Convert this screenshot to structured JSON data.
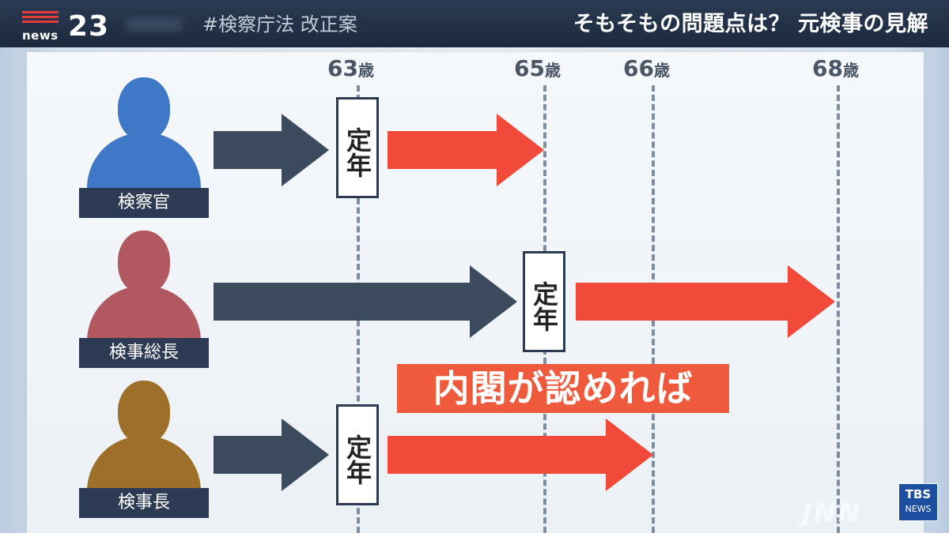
{
  "header": {
    "logo_word": "news",
    "logo_number": "23",
    "hashtag": "#検察庁法 改正案",
    "headline": "そもそもの問題点は？ 元検事の見解"
  },
  "ages": [
    {
      "num": "63",
      "unit": "歳"
    },
    {
      "num": "65",
      "unit": "歳"
    },
    {
      "num": "66",
      "unit": "歳"
    },
    {
      "num": "68",
      "unit": "歳"
    }
  ],
  "rows": [
    {
      "role": "検察官",
      "teinen": "定年",
      "color": "#3e78c6"
    },
    {
      "role": "検事総長",
      "teinen": "定年",
      "color": "#b25860"
    },
    {
      "role": "検事長",
      "teinen": "定年",
      "color": "#9e6f28"
    }
  ],
  "banner": "内閣が認めれば",
  "watermark": "JNN",
  "tbs_badge": {
    "line1": "TBS",
    "line2": "NEWS"
  },
  "colors": {
    "dark_arrow": "#3c4a5e",
    "red_arrow": "#f24a3a",
    "banner": "#f05a3c",
    "header": "#1c2a3e"
  }
}
